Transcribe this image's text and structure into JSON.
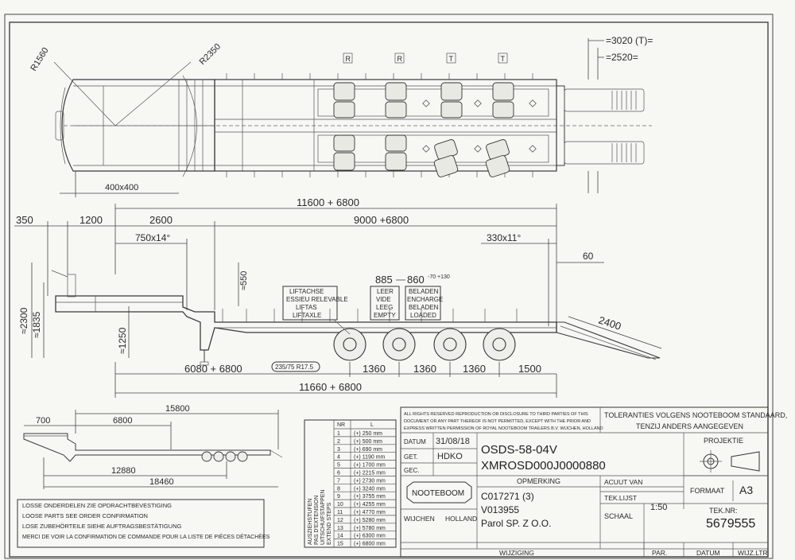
{
  "plan_view": {
    "radius_left": "R1560",
    "radius_right": "R2350",
    "axle_markers": [
      "R",
      "R",
      "T",
      "T"
    ],
    "width_dim": "400x400",
    "rear_width_1": "=3020 (T)=",
    "rear_width_2": "=2520="
  },
  "side_view": {
    "overall_top": "11600 + 6800",
    "dim_350": "350",
    "dim_1200": "1200",
    "dim_2600": "2600",
    "dim_9000": "9000 +6800",
    "angle_front": "750x14°",
    "angle_rear": "330x11°",
    "dim_60": "60",
    "dim_550": "≈550",
    "height_2300": "≈2300",
    "height_1835": "≈1835",
    "height_1250": "≈1250",
    "ramp_2400": "2400",
    "deck_885": "885",
    "deck_860": "860",
    "deck_tol": "-70 +130",
    "label_liftachse": [
      "LIFTACHSE",
      "ESSIEU RELEVABLE",
      "LIFTAS",
      "LIFTAXLE"
    ],
    "label_leer": [
      "LEER",
      "VIDE",
      "LEEG",
      "EMPTY"
    ],
    "label_beladen": [
      "BELADEN",
      "ENCHARGE",
      "BELADEN",
      "LOADED"
    ],
    "tyre": "235/75 R17.5",
    "dim_6080": "6080 + 6800",
    "axle_spacings": [
      "1360",
      "1360",
      "1360"
    ],
    "dim_1500": "1500",
    "overall_bottom": "11660 + 6800"
  },
  "small_view": {
    "dim_15800": "15800",
    "dim_700": "700",
    "dim_6800": "6800",
    "dim_12880": "12880",
    "dim_18460": "18460"
  },
  "notes": [
    "LOSSE ONDERDELEN ZIE OPDRACHTBEVESTIGING",
    "LOOSE PARTS SEE ORDER CONFIRMATION",
    "LOSE ZUBEHÖRTEILE SIEHE AUFTRAGSBESTÄTIGUNG",
    "MERCI DE VOIR LA CONFIRMATION DE COMMANDE POUR LA LISTE DE PIÈCES DÉTACHÉES"
  ],
  "extension_table": {
    "side_label": [
      "AUSZIEHSTUFEN",
      "PAS D'EXTENSION",
      "UITSCHUIFSTAPPEN",
      "EXTEND STEPS"
    ],
    "headers": [
      "NR",
      "L"
    ],
    "rows": [
      [
        "1",
        "(+) 250 mm"
      ],
      [
        "2",
        "(+) 500 mm"
      ],
      [
        "3",
        "(+) 690 mm"
      ],
      [
        "4",
        "(+) 1190 mm"
      ],
      [
        "5",
        "(+) 1700 mm"
      ],
      [
        "6",
        "(+) 2215 mm"
      ],
      [
        "7",
        "(+) 2730 mm"
      ],
      [
        "8",
        "(+) 3240 mm"
      ],
      [
        "9",
        "(+) 3755 mm"
      ],
      [
        "10",
        "(+) 4255 mm"
      ],
      [
        "11",
        "(+) 4770 mm"
      ],
      [
        "12",
        "(+) 5280 mm"
      ],
      [
        "13",
        "(+) 5780 mm"
      ],
      [
        "14",
        "(+) 6300 mm"
      ],
      [
        "15",
        "(+) 6800 mm"
      ]
    ]
  },
  "title_block": {
    "rights": [
      "ALL RIGHTS RESERVED REPRODUCTION OR DISCLOSURE TO THIRD PARTIES OF THIS",
      "DOCUMENT OR ANY PART THEREOF IS NOT PERMITTED, EXCEPT WITH THE PRIOR AND",
      "EXPRESS WRITTEN PERMISSION OF ROYAL NOOTEBOOM TRAILERS B.V. WIJCHEN, HOLLAND"
    ],
    "tolerances": [
      "TOLERANTIES VOLGENS NOOTEBOOM STANDAARD,",
      "TENZIJ ANDERS AANGEGEVEN"
    ],
    "datum_label": "DATUM",
    "datum_value": "31/08/18",
    "get_label": "GET.",
    "get_value": "HDKO",
    "gec_label": "GEC.",
    "model": "OSDS-58-04V",
    "serial": "XMROSD000J0000880",
    "opmerking_label": "OPMERKING",
    "opm_1": "C017271 (3)",
    "opm_2": "V013955",
    "opm_3": "Parol SP. Z O.O.",
    "brand": "NOOTEBOOM",
    "wijchen": "WIJCHEN",
    "holland": "HOLLAND",
    "acuut_label": "ACUUT VAN",
    "teklijst_label": "TEK.LIJST",
    "schaal_label": "SCHAAL",
    "schaal_value": "1:50",
    "projektie_label": "PROJEKTIE",
    "formaat_label": "FORMAAT",
    "formaat_value": "A3",
    "teknr_label": "TEK.NR:",
    "teknr_value": "5679555",
    "footer": [
      "WIJZIGING",
      "PAR.",
      "DATUM",
      "WIJZ.LTR"
    ]
  }
}
